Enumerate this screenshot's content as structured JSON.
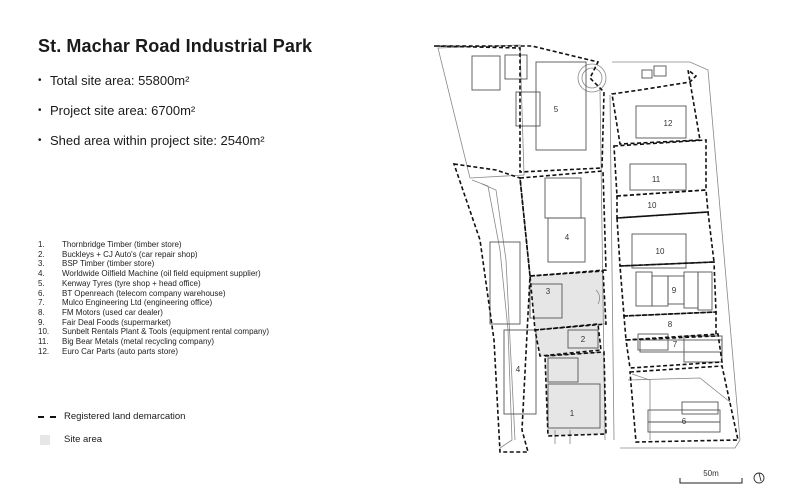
{
  "title": "St. Machar Road Industrial Park",
  "stats": [
    "Total site area: 55800m²",
    "Project site area: 6700m²",
    "Shed area within project site: 2540m²"
  ],
  "bullet_char": "•",
  "tenants": [
    {
      "num": "1.",
      "text": "Thornbridge Timber (timber store)"
    },
    {
      "num": "2.",
      "text": "Buckleys + CJ Auto's (car repair shop)"
    },
    {
      "num": "3.",
      "text": "BSP Timber (timber store)"
    },
    {
      "num": "4.",
      "text": "Worldwide Oilfield Machine (oil field equipment supplier)"
    },
    {
      "num": "5.",
      "text": "Kenway Tyres (tyre shop + head office)"
    },
    {
      "num": "6.",
      "text": "BT Openreach (telecom company warehouse)"
    },
    {
      "num": "7.",
      "text": "Mulco Engineering Ltd (engineering office)"
    },
    {
      "num": "8.",
      "text": "FM Motors (used car dealer)"
    },
    {
      "num": "9.",
      "text": "Fair Deal Foods (supermarket)"
    },
    {
      "num": "10.",
      "text": "Sunbelt Rentals Plant & Tools (equipment rental company)"
    },
    {
      "num": "11.",
      "text": "Big Bear Metals (metal recycling company)"
    },
    {
      "num": "12.",
      "text": "Euro Car Parts (auto parts store)"
    }
  ],
  "legend": {
    "demarcation": "Registered land demarcation",
    "site_area": "Site area"
  },
  "map": {
    "plot_labels": {
      "p5": "5",
      "p4a": "4",
      "p4b": "4",
      "p3": "3",
      "p2": "2",
      "p1": "1",
      "p12": "12",
      "p11": "11",
      "p10a": "10",
      "p10b": "10",
      "p9": "9",
      "p8": "8",
      "p7": "7",
      "p6": "6"
    },
    "scale_label": "50m"
  },
  "colors": {
    "site_fill": "#e6e6e6",
    "line": "#111111",
    "building": "#555555"
  }
}
